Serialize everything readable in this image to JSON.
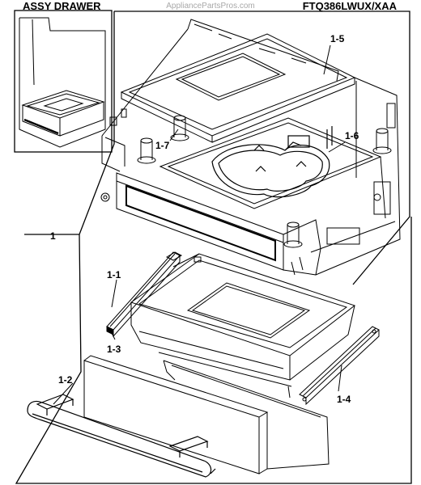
{
  "header": {
    "section_title": "ASSY DRAWER",
    "model_number": "FTQ386LWUX/XAA",
    "watermark": "AppliancePartsPros.com"
  },
  "callouts": {
    "assembly": "1",
    "rail_left": "1-1",
    "handle": "1-2",
    "rail_stop": "1-3",
    "rail_right": "1-4",
    "drawer_housing": "1-5",
    "heating_element": "1-6",
    "leveling_foot": "1-7"
  }
}
